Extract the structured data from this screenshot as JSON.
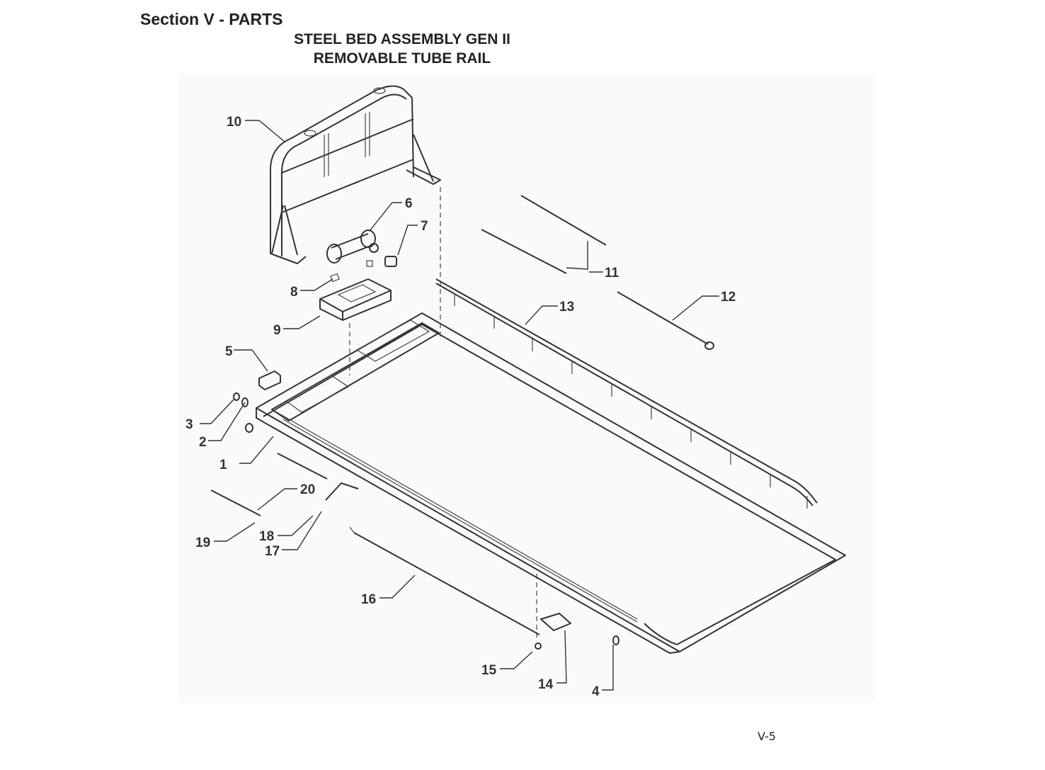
{
  "header": {
    "section": "Section V - PARTS",
    "title_line1": "STEEL BED ASSEMBLY GEN II",
    "title_line2": "REMOVABLE TUBE RAIL"
  },
  "callouts": [
    "1",
    "2",
    "3",
    "4",
    "5",
    "6",
    "7",
    "8",
    "9",
    "10",
    "11",
    "12",
    "13",
    "14",
    "15",
    "16",
    "17",
    "18",
    "19",
    "20"
  ],
  "footer": {
    "page": "V-5"
  }
}
